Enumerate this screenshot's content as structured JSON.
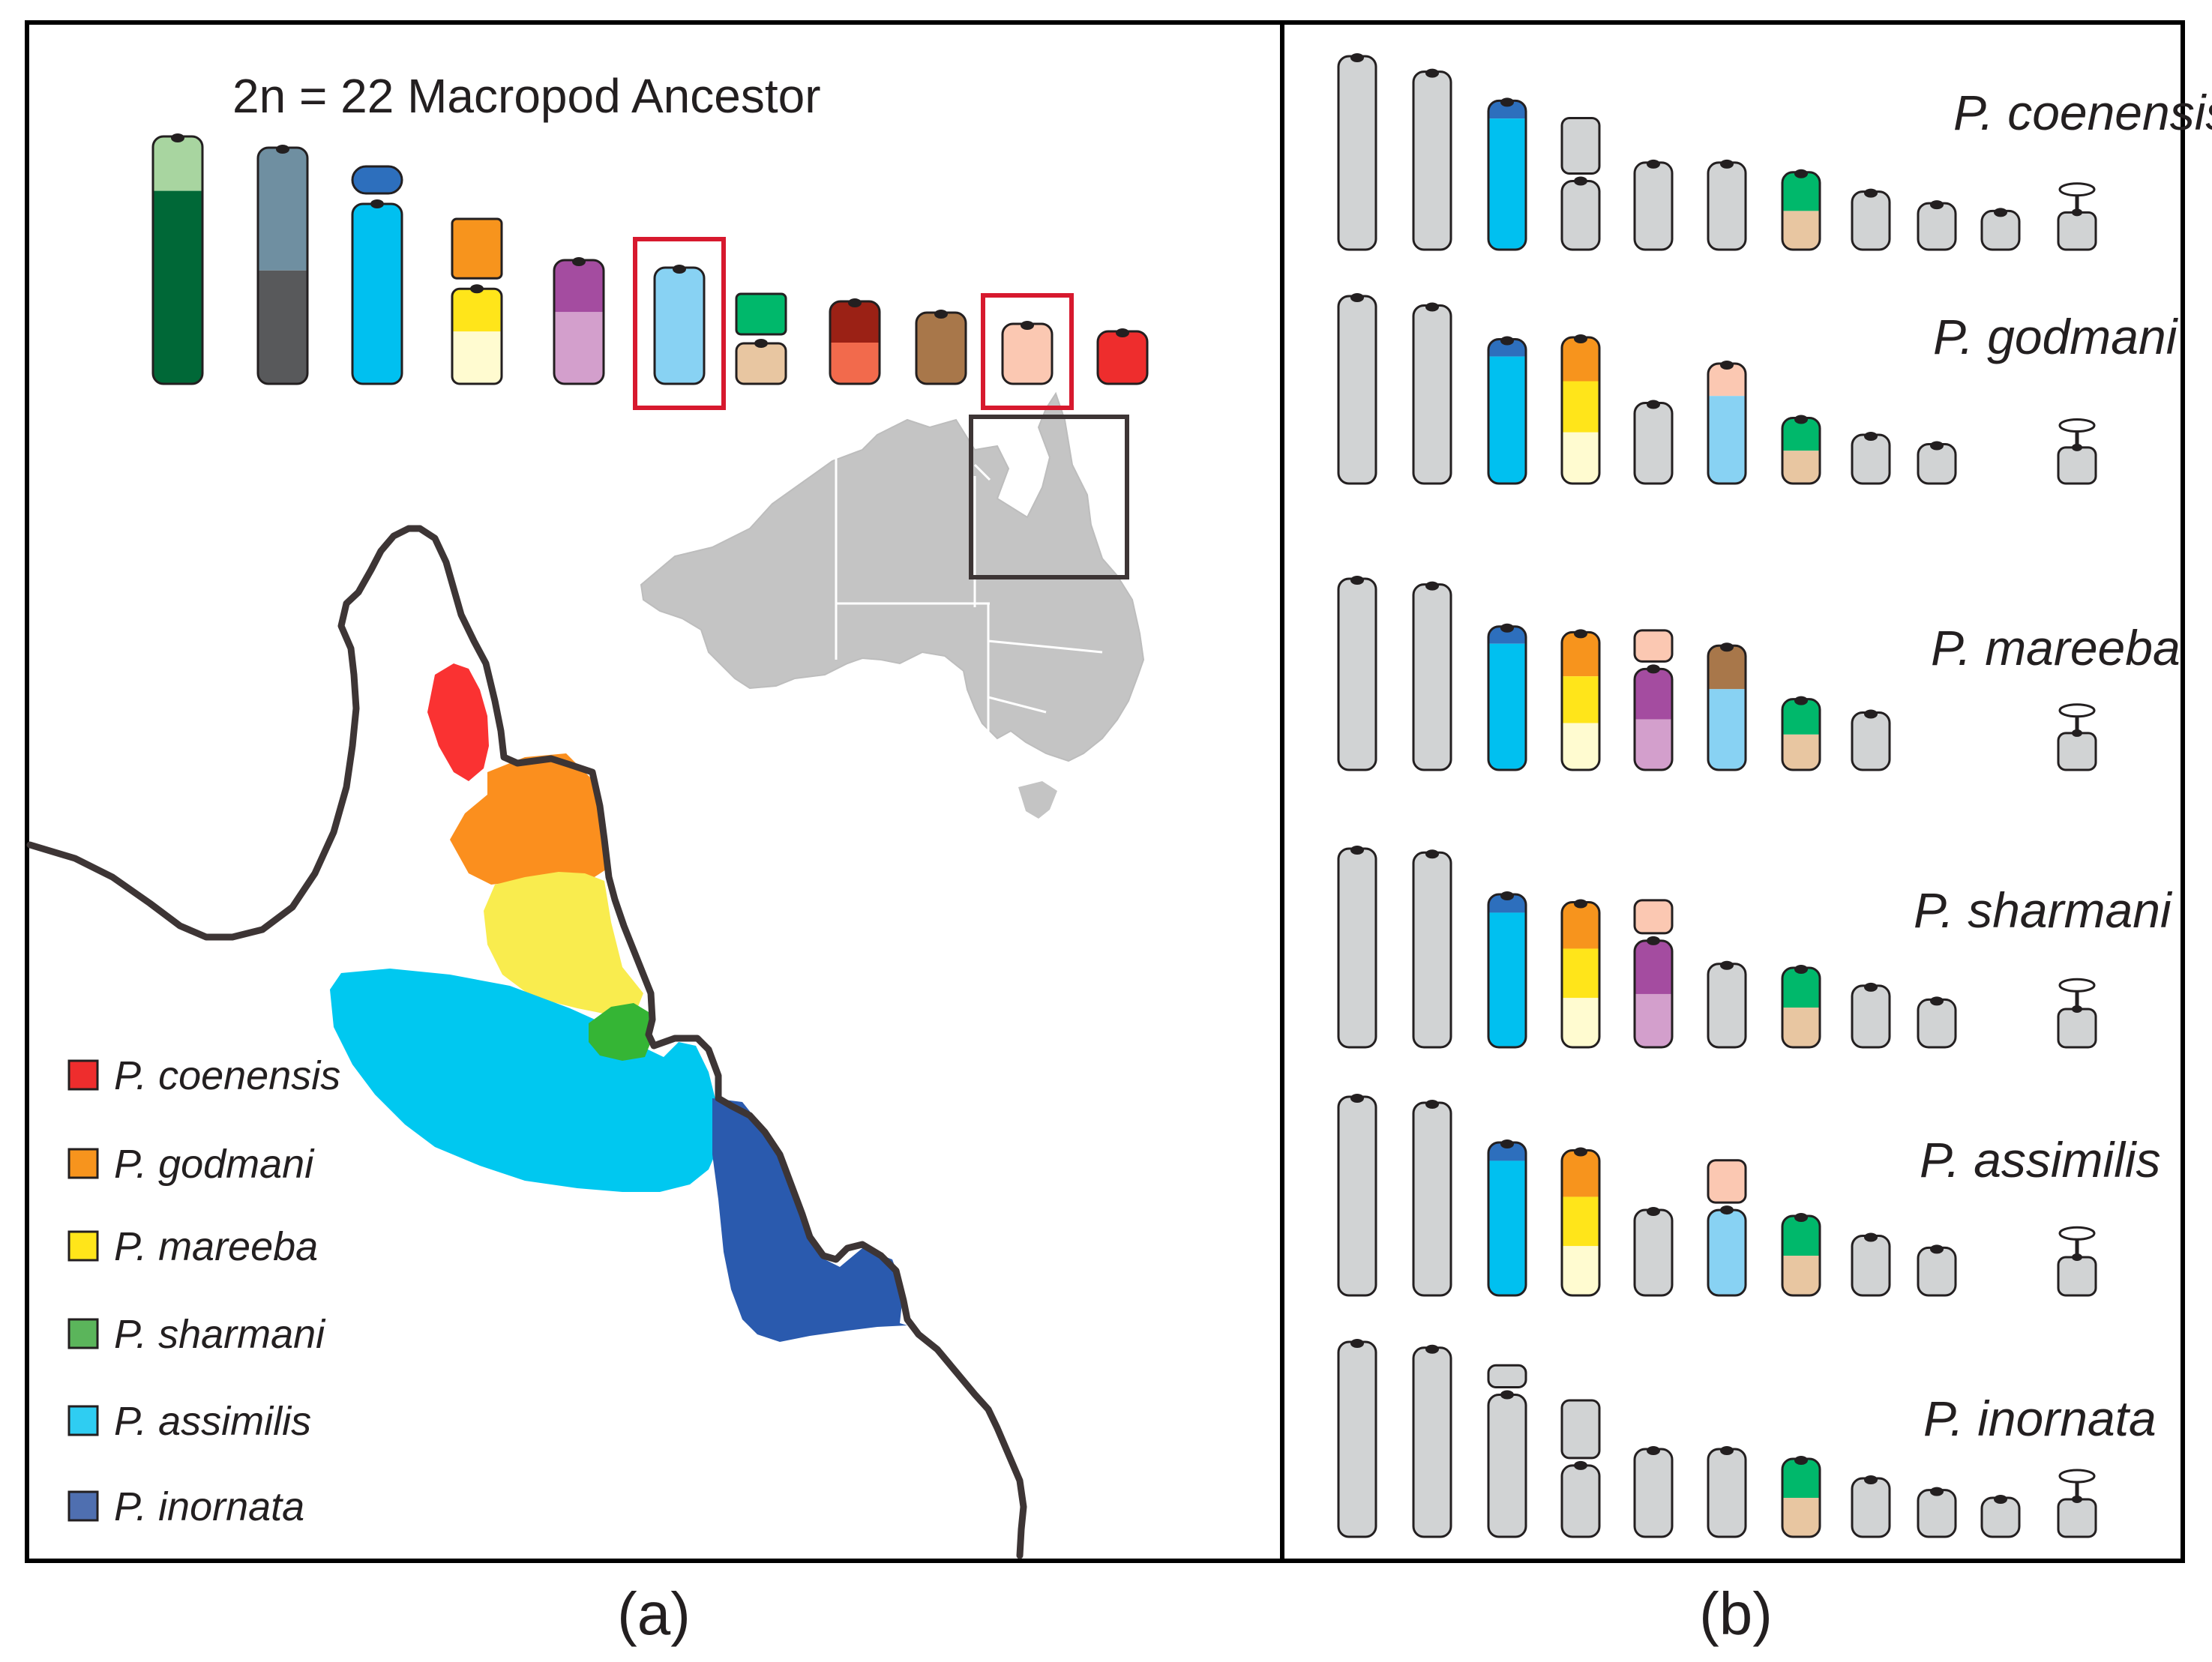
{
  "panel_a": {
    "title": "2n =  22 Macropod Ancestor",
    "caption": "(a)",
    "ancestor_chromosomes": [
      {
        "bands": [
          "#a8d5a0",
          "#006837"
        ],
        "split": 0.22,
        "marker": "top"
      },
      {
        "bands": [
          "#6f8fa1",
          "#58595b"
        ],
        "split": 0.52,
        "marker": "top"
      },
      {
        "bands": [
          "#2d6fbd",
          "#00c0f0"
        ],
        "split": 0.15,
        "marker": "gap"
      },
      {
        "bands": [
          "#f7941d",
          "#ffe51a",
          "#fffbd0"
        ],
        "split": 0.35,
        "marker": "gap3"
      },
      {
        "bands": [
          "#a44ca0",
          "#d39fcc"
        ],
        "split": 0.42,
        "marker": "top"
      },
      {
        "bands": [
          "#88d2f3"
        ],
        "split": 1,
        "marker": "top",
        "highlight": true
      },
      {
        "bands": [
          "#00b86b",
          "#e8c6a1"
        ],
        "split": 0.5,
        "marker": "gap"
      },
      {
        "bands": [
          "#9b2115",
          "#f26a4c"
        ],
        "split": 0.5,
        "marker": "top"
      },
      {
        "bands": [
          "#a8774a"
        ],
        "split": 1,
        "marker": "top"
      },
      {
        "bands": [
          "#fbc8b2"
        ],
        "split": 1,
        "marker": "top",
        "highlight": true
      },
      {
        "bands": [
          "#ee2d2d"
        ],
        "split": 1,
        "marker": "top"
      }
    ],
    "legend": [
      {
        "label": "P. coenensis",
        "color": "#ee2d2d"
      },
      {
        "label": "P. godmani",
        "color": "#f7941d"
      },
      {
        "label": "P. mareeba",
        "color": "#ffe51a"
      },
      {
        "label": "P. sharmani",
        "color": "#5bb55b"
      },
      {
        "label": "P. assimilis",
        "color": "#2fcdf2"
      },
      {
        "label": "P. inornata",
        "color": "#4f6fb0"
      }
    ],
    "regions": [
      {
        "species": "P. coenensis",
        "color": "#fa3232"
      },
      {
        "species": "P. godmani",
        "color": "#fb8f1e"
      },
      {
        "species": "P. mareeba",
        "color": "#f9ec4e"
      },
      {
        "species": "P. assimilis",
        "color": "#00c8f0"
      },
      {
        "species": "P. sharmani",
        "color": "#35b535"
      },
      {
        "species": "P. inornata",
        "color": "#2a5aae"
      }
    ]
  },
  "panel_b": {
    "caption": "(b)",
    "species": [
      {
        "name": "P. coenensis",
        "chromosomes": [
          {
            "h": 1,
            "bands": [
              "#d1d3d4"
            ]
          },
          {
            "h": 0.92,
            "bands": [
              "#d1d3d4"
            ]
          },
          {
            "h": 0.77,
            "bands": [
              "#2d6fbd",
              "#00c0f0"
            ],
            "split": 0.12
          },
          {
            "h": 0.68,
            "bands": [
              "#d1d3d4"
            ],
            "gap": 0.45
          },
          {
            "h": 0.45,
            "bands": [
              "#d1d3d4"
            ]
          },
          {
            "h": 0.45,
            "bands": [
              "#d1d3d4"
            ]
          },
          {
            "h": 0.4,
            "bands": [
              "#00b86b",
              "#e8c6a1"
            ],
            "split": 0.5
          },
          {
            "h": 0.3,
            "bands": [
              "#d1d3d4"
            ]
          },
          {
            "h": 0.24,
            "bands": [
              "#d1d3d4"
            ]
          },
          {
            "h": 0.2,
            "bands": [
              "#d1d3d4"
            ]
          },
          {
            "h": 0.35,
            "bands": [
              "#d1d3d4"
            ],
            "stalk": true
          }
        ]
      },
      {
        "name": "P. godmani",
        "chromosomes": [
          {
            "h": 1,
            "bands": [
              "#d1d3d4"
            ]
          },
          {
            "h": 0.95,
            "bands": [
              "#d1d3d4"
            ]
          },
          {
            "h": 0.77,
            "bands": [
              "#2d6fbd",
              "#00c0f0"
            ],
            "split": 0.12
          },
          {
            "h": 0.78,
            "bands": [
              "#f7941d",
              "#ffe51a",
              "#fffbd0"
            ],
            "split": 0.3
          },
          {
            "h": 0.43,
            "bands": [
              "#d1d3d4"
            ]
          },
          {
            "h": 0.64,
            "bands": [
              "#fbc8b2",
              "#88d2f3"
            ],
            "split": 0.27
          },
          {
            "h": 0.35,
            "bands": [
              "#00b86b",
              "#e8c6a1"
            ],
            "split": 0.5
          },
          {
            "h": 0.26,
            "bands": [
              "#d1d3d4"
            ]
          },
          {
            "h": 0.21,
            "bands": [
              "#d1d3d4"
            ]
          },
          {
            "h": 0.35,
            "bands": [
              "#d1d3d4"
            ],
            "stalk": true
          }
        ]
      },
      {
        "name": "P. mareeba",
        "chromosomes": [
          {
            "h": 1,
            "bands": [
              "#d1d3d4"
            ]
          },
          {
            "h": 0.97,
            "bands": [
              "#d1d3d4"
            ]
          },
          {
            "h": 0.75,
            "bands": [
              "#2d6fbd",
              "#00c0f0"
            ],
            "split": 0.12
          },
          {
            "h": 0.72,
            "bands": [
              "#f7941d",
              "#ffe51a",
              "#fffbd0"
            ],
            "split": 0.32
          },
          {
            "h": 0.73,
            "bands": [
              "#fbc8b2",
              "#a44ca0",
              "#d39fcc"
            ],
            "gap": 0.25
          },
          {
            "h": 0.65,
            "bands": [
              "#a8774a",
              "#88d2f3"
            ],
            "split": 0.35
          },
          {
            "h": 0.37,
            "bands": [
              "#00b86b",
              "#e8c6a1"
            ],
            "split": 0.5
          },
          {
            "h": 0.3,
            "bands": [
              "#d1d3d4"
            ]
          },
          {
            "h": 0.35,
            "bands": [
              "#d1d3d4"
            ],
            "stalk": true
          }
        ]
      },
      {
        "name": "P. sharmani",
        "chromosomes": [
          {
            "h": 1,
            "bands": [
              "#d1d3d4"
            ]
          },
          {
            "h": 0.98,
            "bands": [
              "#d1d3d4"
            ]
          },
          {
            "h": 0.77,
            "bands": [
              "#2d6fbd",
              "#00c0f0"
            ],
            "split": 0.12
          },
          {
            "h": 0.73,
            "bands": [
              "#f7941d",
              "#ffe51a",
              "#fffbd0"
            ],
            "split": 0.32
          },
          {
            "h": 0.74,
            "bands": [
              "#fbc8b2",
              "#a44ca0",
              "#d39fcc"
            ],
            "gap": 0.25
          },
          {
            "h": 0.42,
            "bands": [
              "#d1d3d4"
            ]
          },
          {
            "h": 0.4,
            "bands": [
              "#00b86b",
              "#e8c6a1"
            ],
            "split": 0.5
          },
          {
            "h": 0.31,
            "bands": [
              "#d1d3d4"
            ]
          },
          {
            "h": 0.24,
            "bands": [
              "#d1d3d4"
            ]
          },
          {
            "h": 0.35,
            "bands": [
              "#d1d3d4"
            ],
            "stalk": true
          }
        ]
      },
      {
        "name": "P. assimilis",
        "chromosomes": [
          {
            "h": 1,
            "bands": [
              "#d1d3d4"
            ]
          },
          {
            "h": 0.97,
            "bands": [
              "#d1d3d4"
            ]
          },
          {
            "h": 0.77,
            "bands": [
              "#2d6fbd",
              "#00c0f0"
            ],
            "split": 0.12
          },
          {
            "h": 0.73,
            "bands": [
              "#f7941d",
              "#ffe51a",
              "#fffbd0"
            ],
            "split": 0.32
          },
          {
            "h": 0.43,
            "bands": [
              "#d1d3d4"
            ]
          },
          {
            "h": 0.68,
            "bands": [
              "#fbc8b2",
              "#88d2f3"
            ],
            "gap": 0.34
          },
          {
            "h": 0.4,
            "bands": [
              "#00b86b",
              "#e8c6a1"
            ],
            "split": 0.5
          },
          {
            "h": 0.3,
            "bands": [
              "#d1d3d4"
            ]
          },
          {
            "h": 0.24,
            "bands": [
              "#d1d3d4"
            ]
          },
          {
            "h": 0.35,
            "bands": [
              "#d1d3d4"
            ],
            "stalk": true
          }
        ]
      },
      {
        "name": "P. inornata",
        "chromosomes": [
          {
            "h": 1,
            "bands": [
              "#d1d3d4"
            ]
          },
          {
            "h": 0.97,
            "bands": [
              "#d1d3d4"
            ]
          },
          {
            "h": 0.88,
            "bands": [
              "#d1d3d4"
            ],
            "gap": 0.15
          },
          {
            "h": 0.7,
            "bands": [
              "#d1d3d4"
            ],
            "gap": 0.45
          },
          {
            "h": 0.45,
            "bands": [
              "#d1d3d4"
            ]
          },
          {
            "h": 0.45,
            "bands": [
              "#d1d3d4"
            ]
          },
          {
            "h": 0.4,
            "bands": [
              "#00b86b",
              "#e8c6a1"
            ],
            "split": 0.5
          },
          {
            "h": 0.3,
            "bands": [
              "#d1d3d4"
            ]
          },
          {
            "h": 0.24,
            "bands": [
              "#d1d3d4"
            ]
          },
          {
            "h": 0.2,
            "bands": [
              "#d1d3d4"
            ]
          },
          {
            "h": 0.35,
            "bands": [
              "#d1d3d4"
            ],
            "stalk": true
          }
        ]
      }
    ]
  }
}
